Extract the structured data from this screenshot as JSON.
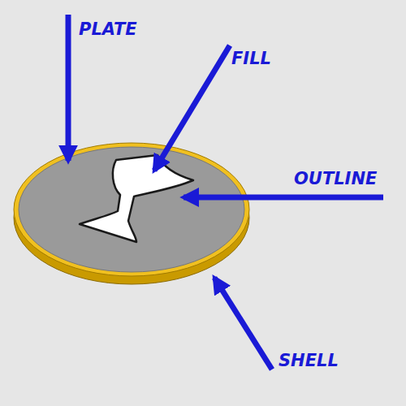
{
  "diagram": {
    "labels": [
      "PLATE",
      "FILL",
      "OUTLINE",
      "SHELL"
    ]
  }
}
